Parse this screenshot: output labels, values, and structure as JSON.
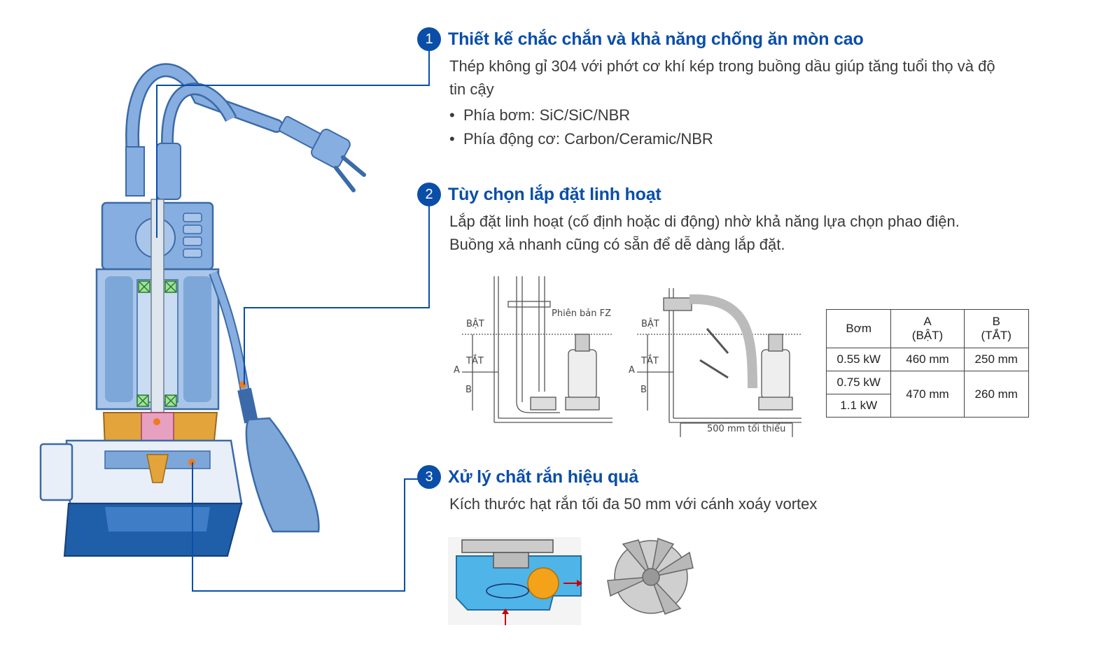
{
  "features": [
    {
      "number": "1",
      "title": "Thiết kế chắc chắn và khả năng chống ăn mòn cao",
      "description": "Thép không gỉ 304 với phớt cơ khí kép trong buồng dầu giúp tăng tuổi thọ và độ tin cậy",
      "bullets": [
        "Phía bơm: SiC/SiC/NBR",
        "Phía động cơ: Carbon/Ceramic/NBR"
      ]
    },
    {
      "number": "2",
      "title": "Tùy chọn lắp đặt linh hoạt",
      "description_line1": "Lắp đặt linh hoạt (cố định hoặc di động) nhờ khả năng lựa chọn phao điện.",
      "description_line2": "Buồng xả nhanh cũng có sẵn để dễ dàng lắp đặt."
    },
    {
      "number": "3",
      "title": "Xử lý chất rắn hiệu quả",
      "description": "Kích thước hạt rắn tối đa 50 mm với cánh xoáy vortex"
    }
  ],
  "diagram_fixed": {
    "on_label": "BẬT",
    "off_label": "TẮT",
    "a_label": "A",
    "b_label": "B",
    "version_label": "Phiên bản FZ"
  },
  "diagram_portable": {
    "on_label": "BẬT",
    "off_label": "TẮT",
    "a_label": "A",
    "b_label": "B",
    "distance_label": "500 mm tối thiểu"
  },
  "spec_table": {
    "headers": [
      "Bơm",
      "A\n(BẬT)",
      "B\n(TẮT)"
    ],
    "header_bom": "Bơm",
    "header_a_1": "A",
    "header_a_2": "(BẬT)",
    "header_b_1": "B",
    "header_b_2": "(TẮT)",
    "rows": [
      {
        "pump": "0.55 kW",
        "a": "460 mm",
        "b": "250 mm"
      },
      {
        "pump": "0.75 kW",
        "a": "470 mm",
        "b": "260 mm"
      },
      {
        "pump": "1.1 kW"
      }
    ]
  },
  "colors": {
    "accent": "#0a4ea8",
    "pump_blue": "#7da7d8",
    "pump_dark": "#3a6fb8",
    "base_blue": "#1f5ea8",
    "brass": "#e3a43c",
    "orange_dot": "#f07a20"
  }
}
